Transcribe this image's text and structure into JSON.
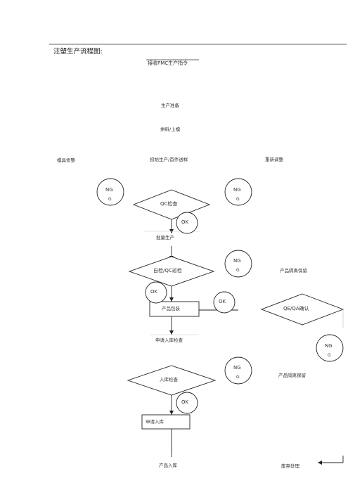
{
  "title": "注塑生产流程图:",
  "steps": {
    "receive_order": "接收PMC生产指令",
    "prep": "生产准备",
    "load_mold": "烘料/上模",
    "mold_repair": "模具修整",
    "first_sample": "初始生产/首件送样",
    "readjust": "重新调整",
    "qc_check": "QC检查",
    "mass_prod": "批量生产",
    "self_qc_check": "自检/QC巡检",
    "isolate_hold_1": "产品隔离保留",
    "process_prod": "产品包装",
    "qe_qa_confirm": "QE/QA确认",
    "apply_inspect": "申请入库检查",
    "inbound_check": "入库检查",
    "isolate_hold_2": "产品隔离保留",
    "apply_inbound": "申请入库",
    "arrow_mark": "↑",
    "product_inbound": "产品入库",
    "scrap": "废弃处理"
  },
  "badges": {
    "ng": "NG",
    "ng_top": "NG",
    "ng_bottom": "G",
    "ok": "OK"
  }
}
